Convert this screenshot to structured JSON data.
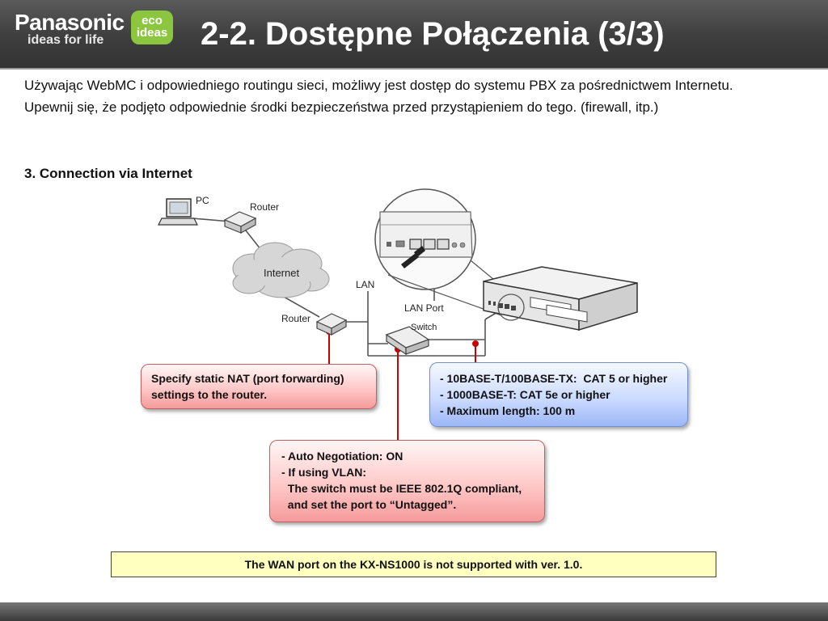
{
  "header": {
    "brand": "Panasonic",
    "tagline": "ideas for life",
    "eco_badge": [
      "eco",
      "ideas"
    ],
    "title": "2-2. Dostępne Połączenia (3/3)"
  },
  "intro_text": "Używając WebMC i odpowiedniego routingu sieci, możliwy jest dostęp do systemu PBX za pośrednictwem Internetu. Upewnij się, że podjęto odpowiednie środki bezpieczeństwa przed przystąpieniem do tego. (firewall, itp.)",
  "section_title": "3. Connection via Internet",
  "diagram": {
    "pc_label": "PC",
    "router_top_label": "Router",
    "internet_label": "Internet",
    "router_bottom_label": "Router",
    "lan_label": "LAN",
    "lan_port_label": "LAN Port",
    "switch_label": "Switch"
  },
  "callouts": {
    "nat": [
      "Specify static NAT (port forwarding)",
      "settings to the router."
    ],
    "cable": [
      "- 10BASE-T/100BASE-TX:  CAT 5 or higher",
      "- 1000BASE-T: CAT 5e or higher",
      "- Maximum length: 100 m"
    ],
    "switch": [
      "- Auto Negotiation: ON",
      "- If using VLAN:",
      "  The switch must be IEEE 802.1Q compliant,",
      "  and set the port to “Untagged”."
    ]
  },
  "footnote": "The WAN port on the KX-NS1000 is not supported with ver. 1.0.",
  "colors": {
    "header_bg": "#3e3e3e",
    "eco_green": "#8cc63f",
    "connector_red": "#cc0000",
    "note_yellow": "#ffffc0"
  }
}
